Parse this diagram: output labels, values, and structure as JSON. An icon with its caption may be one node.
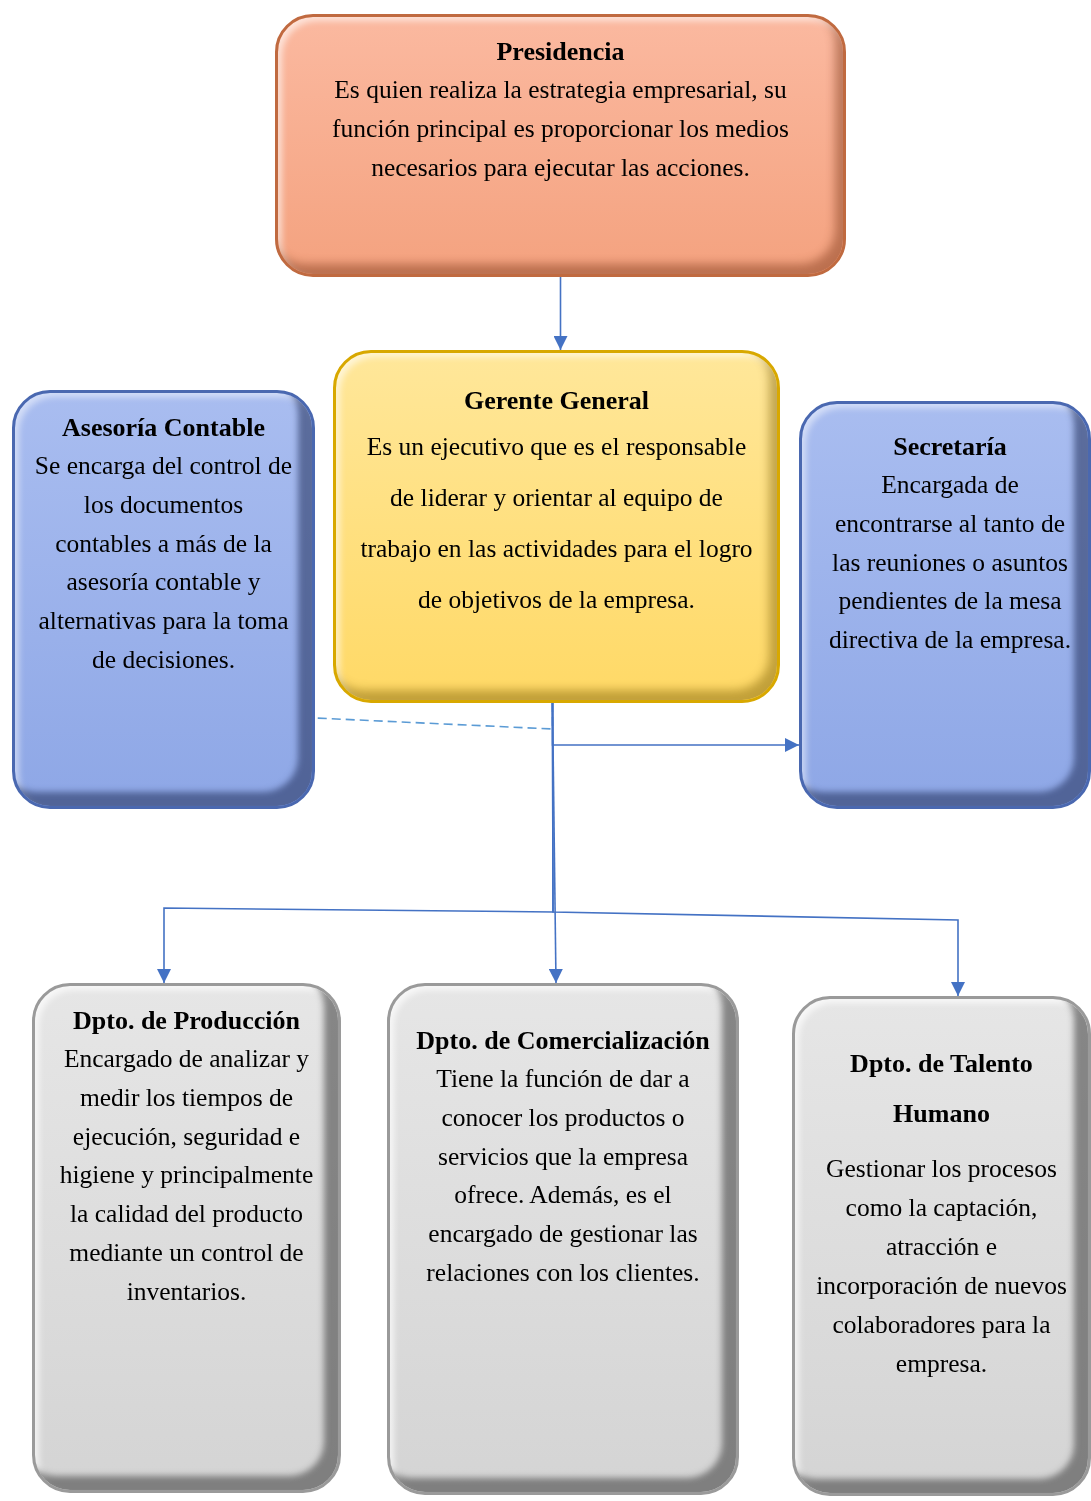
{
  "diagram": {
    "nodes": [
      {
        "text": [
          "Presidencia",
          "Es quien realiza la estrategia empresarial, su función principal es proporcionar los medios necesarios para ejecutar las acciones."
        ]
      },
      {
        "text": [
          "Asesoría Contable",
          "Se encarga del control de los documentos contables a más de la asesoría contable y alternativas para la toma de decisiones."
        ]
      },
      {
        "text": [
          "Gerente General",
          "Es un ejecutivo que es el responsable de liderar y orientar al equipo de trabajo en las actividades para el logro de objetivos de la empresa."
        ]
      },
      {
        "text": [
          "Secretaría",
          "Encargada de encontrarse al tanto de las reuniones o asuntos pendientes de la mesa directiva de la empresa."
        ]
      },
      {
        "text": [
          "Dpto. de Producción",
          "Encargado de analizar y medir los tiempos de ejecución, seguridad e higiene y principalmente la calidad del producto mediante un control de inventarios."
        ]
      },
      {
        "text": [
          "Dpto. de Comercialización",
          "Tiene la función de dar a conocer los productos o servicios que la empresa ofrece. Además, es el encargado de gestionar las relaciones con los clientes."
        ]
      },
      {
        "text": [
          "Dpto. de Talento Humano",
          "Gestionar los procesos como la captación, atracción e incorporación de nuevos colaboradores para la empresa."
        ]
      }
    ],
    "edges": [
      {
        "from": 0,
        "to": 2,
        "arrow": "to"
      },
      {
        "from": 2,
        "to": 1,
        "arrow": "none",
        "style": "dashed",
        "color": "#5b9bd5"
      },
      {
        "from": 2,
        "to": 3,
        "arrow": "to"
      },
      {
        "from": 2,
        "to": 4,
        "arrow": "to"
      },
      {
        "from": 2,
        "to": 5,
        "arrow": "to"
      },
      {
        "from": 2,
        "to": 6,
        "arrow": "to"
      }
    ]
  }
}
